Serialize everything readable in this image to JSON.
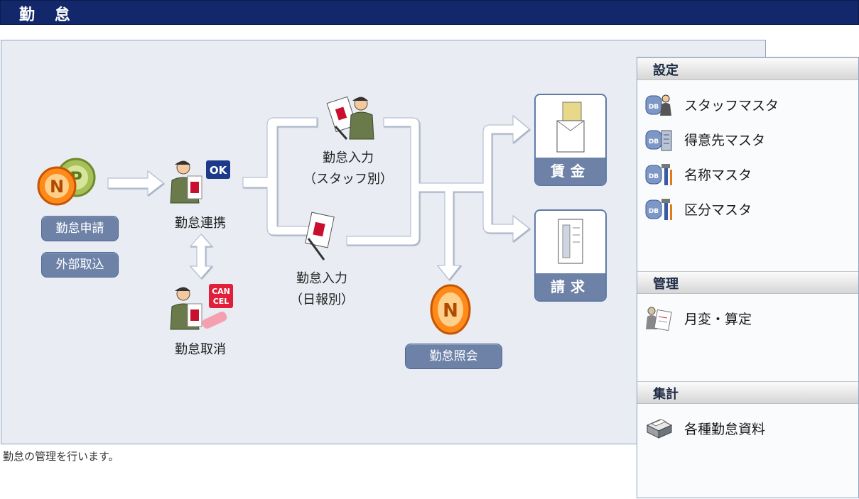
{
  "header": {
    "title": "勤 怠"
  },
  "description": "勤怠の管理を行います。",
  "flow": {
    "apply_label": "勤怠申請",
    "import_label": "外部取込",
    "link_label": "勤怠連携",
    "cancel_label": "勤怠取消",
    "input_staff_line1": "勤怠入力",
    "input_staff_line2": "（スタッフ別）",
    "input_daily_line1": "勤怠入力",
    "input_daily_line2": "（日報別）",
    "inquiry_label": "勤怠照会",
    "wage_label": "賃金",
    "billing_label": "請求",
    "ok_badge": "OK",
    "cancel_badge_1": "CAN",
    "cancel_badge_2": "CEL",
    "np_letter_n": "N",
    "np_letter_p": "P"
  },
  "side": {
    "settings": {
      "heading": "設定",
      "items": [
        {
          "label": "スタッフマスタ",
          "icon": "db-person-icon"
        },
        {
          "label": "得意先マスタ",
          "icon": "db-building-icon"
        },
        {
          "label": "名称マスタ",
          "icon": "db-tools-icon"
        },
        {
          "label": "区分マスタ",
          "icon": "db-tools-icon"
        }
      ],
      "db_badge": "DB"
    },
    "management": {
      "heading": "管理",
      "items": [
        {
          "label": "月変・算定",
          "icon": "document-person-icon"
        }
      ]
    },
    "aggregate": {
      "heading": "集計",
      "items": [
        {
          "label": "各種勤怠資料",
          "icon": "printer-icon"
        }
      ]
    }
  },
  "colors": {
    "header": "#13286a",
    "panel": "#e9ecf3",
    "pill": "#6e82a8",
    "accent": "#ff7a00"
  }
}
